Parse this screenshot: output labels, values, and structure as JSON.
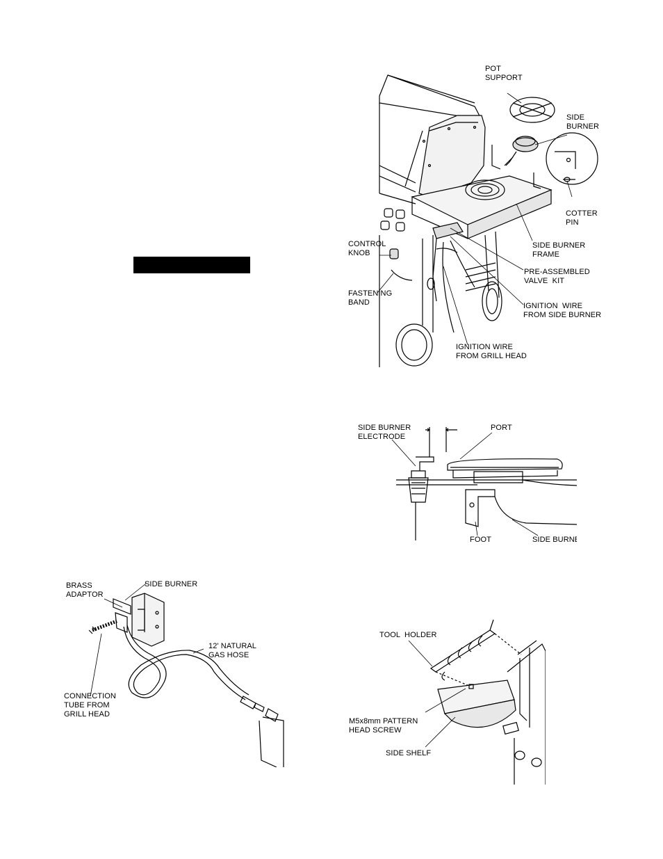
{
  "figure1": {
    "pot_support": "POT\nSUPPORT",
    "side_burner": "SIDE\nBURNER",
    "cotter_pin": "COTTER\nPIN",
    "control_knob": "CONTROL\nKNOB",
    "side_burner_frame": "SIDE BURNER\nFRAME",
    "pre_assembled_valve_kit": "PRE-ASSEMBLED\nVALVE  KIT",
    "fastening_band": "FASTENING\nBAND",
    "ignition_wire_side": "IGNITION  WIRE\nFROM SIDE BURNER",
    "ignition_wire_grill": "IGNITION WIRE\nFROM GRILL HEAD"
  },
  "figure2": {
    "electrode": "SIDE BURNER\nELECTRODE",
    "port": "PORT",
    "foot": "FOOT",
    "side_burner": "SIDE BURNER"
  },
  "figure3": {
    "brass_adaptor": "BRASS\nADAPTOR",
    "side_burner": "SIDE BURNER",
    "gas_hose": "12' NATURAL\nGAS HOSE",
    "connection_tube": "CONNECTION\nTUBE FROM\nGRILL HEAD"
  },
  "figure4": {
    "tool_holder": "TOOL  HOLDER",
    "screw": "M5x8mm PATTERN\nHEAD SCREW",
    "side_shelf": "SIDE SHELF"
  }
}
